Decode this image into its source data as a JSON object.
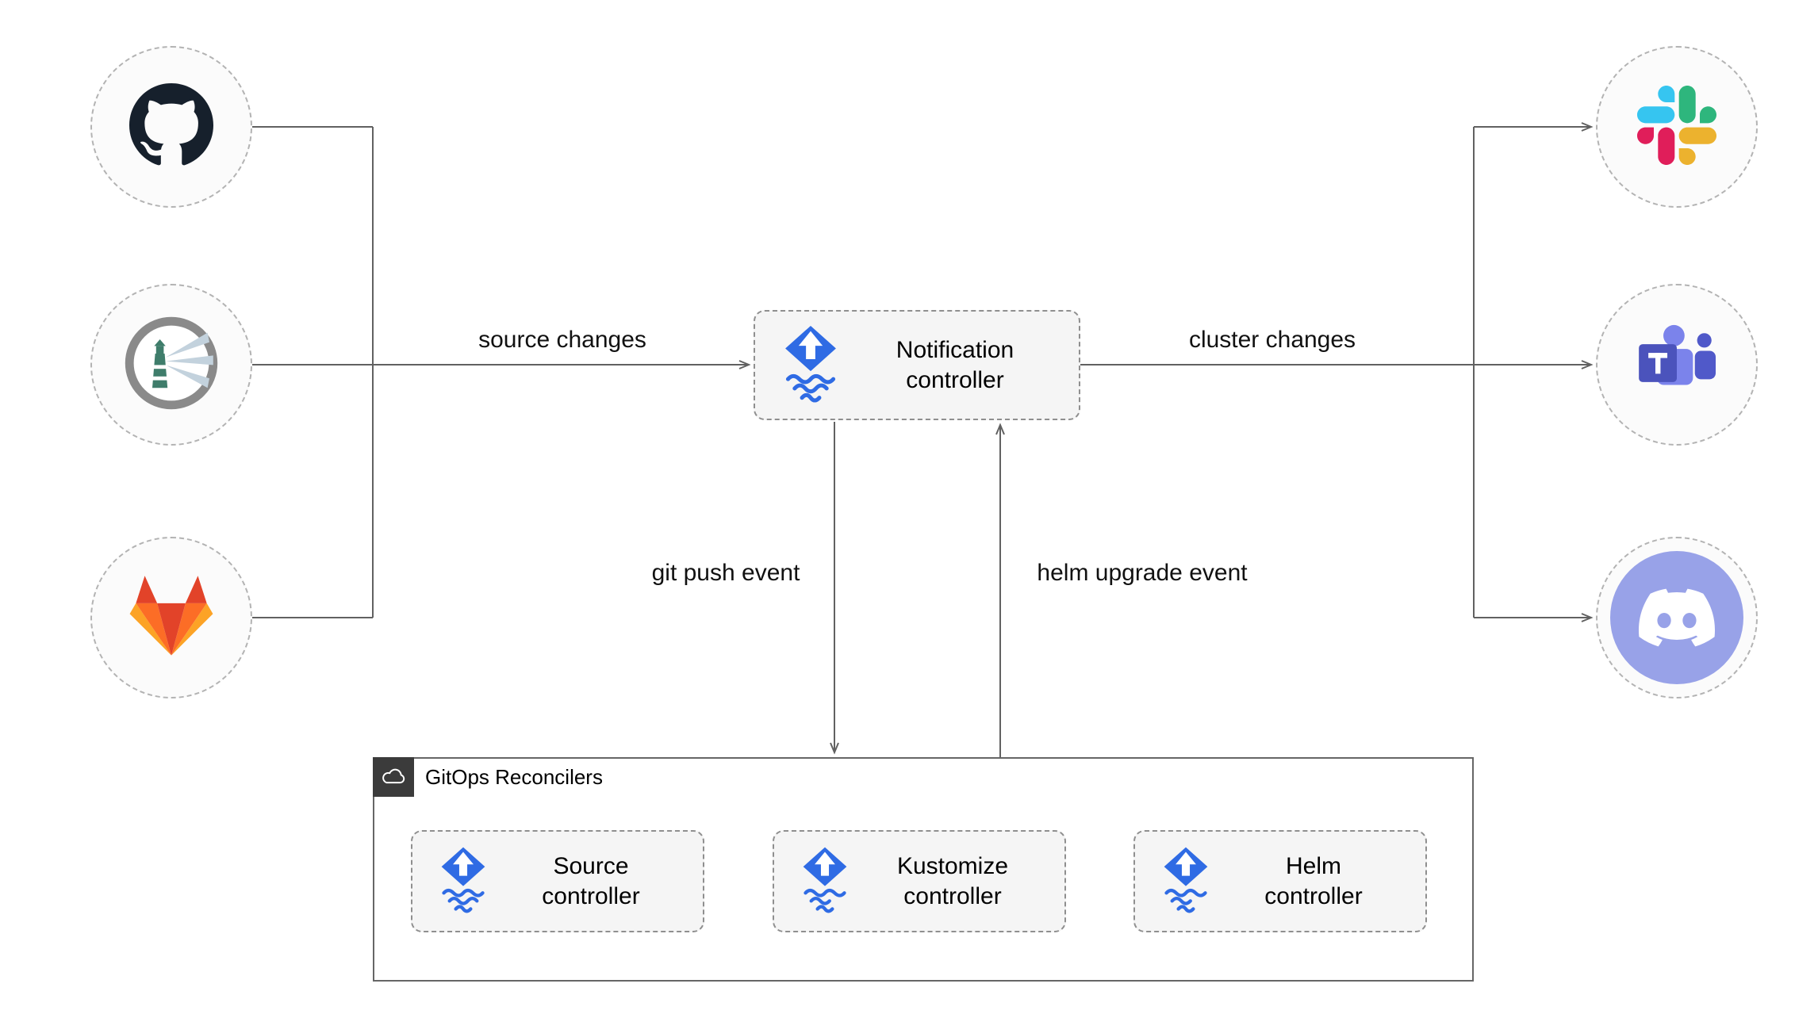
{
  "diagram": {
    "background": "#ffffff",
    "edge_labels": {
      "source_changes": "source changes",
      "cluster_changes": "cluster changes",
      "git_push_event": "git push event",
      "helm_upgrade_event": "helm upgrade event"
    },
    "nodes": {
      "notification": {
        "label": "Notification controller",
        "icon": "flux-icon"
      },
      "source": {
        "label": "Source controller",
        "icon": "flux-icon"
      },
      "kustomize": {
        "label": "Kustomize controller",
        "icon": "flux-icon"
      },
      "helm": {
        "label": "Helm controller",
        "icon": "flux-icon"
      },
      "github": {
        "icon": "github-icon"
      },
      "harbor": {
        "icon": "harbor-icon"
      },
      "gitlab": {
        "icon": "gitlab-icon"
      },
      "slack": {
        "icon": "slack-icon"
      },
      "teams": {
        "icon": "microsoft-teams-icon"
      },
      "discord": {
        "icon": "discord-icon"
      }
    },
    "container": {
      "title": "GitOps Reconcilers",
      "icon": "cloud-icon"
    },
    "colors": {
      "flux_blue": "#2f6be4",
      "edge_gray": "#616161",
      "node_fill": "#f5f5f5",
      "node_border": "#8f8f8f",
      "github_dark": "#16202c",
      "gitlab_red": "#e24329",
      "gitlab_orange": "#fc6d26",
      "gitlab_yellow": "#fca326",
      "harbor_teal": "#3f7d6b",
      "slack_blue": "#36c5f0",
      "slack_green": "#2eb67d",
      "slack_red": "#e01e5a",
      "slack_yellow": "#ecb22e",
      "teams_indigo": "#7b83eb",
      "teams_dark_indigo": "#4b53bc",
      "teams_mid_indigo": "#5059c9",
      "discord_lavender": "#98a2e8",
      "badge_dark": "#3b3b3b"
    }
  }
}
